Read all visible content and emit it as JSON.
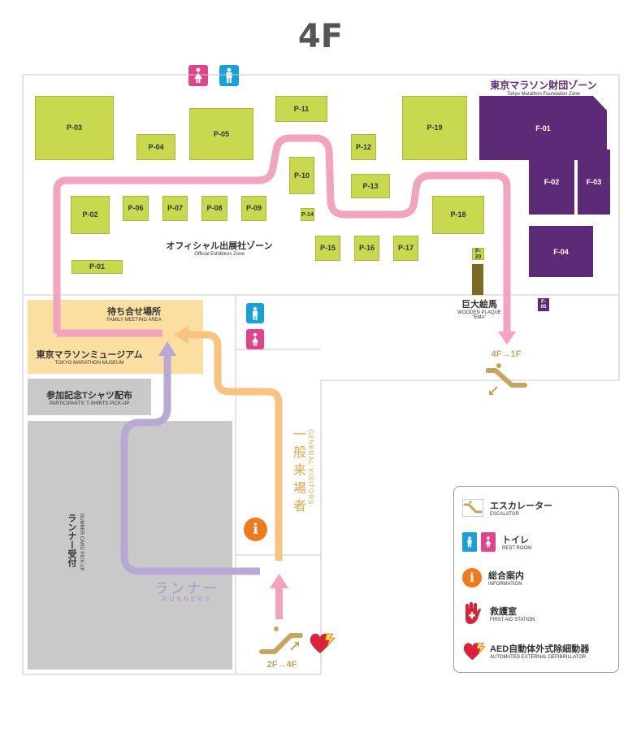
{
  "floor_title": "4F",
  "booths": [
    "P-03",
    "P-04",
    "P-05",
    "P-11",
    "P-12",
    "P-19",
    "P-10",
    "P-13",
    "P-02",
    "P-06",
    "P-07",
    "P-08",
    "P-09",
    "P-14",
    "P-18",
    "P-20",
    "P-15",
    "P-16",
    "P-17",
    "P-01"
  ],
  "foundation_booths": [
    "F-01",
    "F-02",
    "F-03",
    "F-04",
    "F-05"
  ],
  "zones": {
    "foundation": {
      "jp": "東京マラソン財団ゾーン",
      "en": "Tokyo Marathon Foundation Zone"
    },
    "exhibitors": {
      "jp": "オフィシャル出展社ゾーン",
      "en": "Official Exhibitors Zone"
    },
    "plaque": {
      "jp": "巨大絵馬",
      "en1": "WOODEN PLAQUE",
      "en2": "\"EMA\""
    },
    "meeting": {
      "jp": "待ち合せ場所",
      "en": "FAMILY MEETING AREA"
    },
    "museum": {
      "jp": "東京マラソンミュージアム",
      "en": "TOKYO MARATHON MUSEUM"
    },
    "tshirt": {
      "jp": "参加記念Tシャツ配布",
      "en": "PARTICIPANTS' T-SHIRTS PICK-UP"
    },
    "number_card": {
      "jp": "ランナー受付",
      "en": "NUMBER CARD PICK-UP"
    }
  },
  "routes": {
    "general_jp": "一般来場者",
    "general_en": "GENERAL VISITORS",
    "runners_jp": "ランナー",
    "runners_en": "RUNNERS",
    "escalator_down": "4F→1F",
    "escalator_up": "2F→4F"
  },
  "legend": [
    {
      "icon": "escalator-icon",
      "jp": "エスカレーター",
      "en": "ESCALATOR"
    },
    {
      "icon": "restroom-icon",
      "jp": "トイレ",
      "en": "REST ROOM"
    },
    {
      "icon": "information-icon",
      "jp": "総合案内",
      "en": "INFORMATION"
    },
    {
      "icon": "first-aid-icon",
      "jp": "救護室",
      "en": "FIRST AID STATION"
    },
    {
      "icon": "aed-icon",
      "jp": "AED自動体外式除細動器",
      "en": "AUTOMATED EXTERNAL DEFIBRILLATOR"
    }
  ],
  "colors": {
    "booth": "#c9d94f",
    "foundation": "#5d2a77",
    "pink_route": "#f1a3c0",
    "orange_route": "#f6c47e",
    "purple_route": "#b7a9d3",
    "meeting_area": "#fbdfa1",
    "gray_area": "#c9c9c9",
    "info": "#ee7a1e",
    "restroom_male": "#1aa0d9",
    "restroom_female": "#e0458b",
    "escalator": "#c7a55c"
  }
}
